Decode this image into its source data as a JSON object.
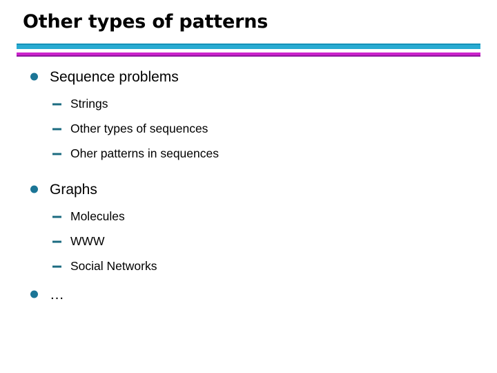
{
  "slide": {
    "title": "Other types of patterns",
    "background_color": "#ffffff",
    "title_color": "#000000",
    "divider": {
      "top_rule_color": "#29abd2",
      "top_rule_edge_color": "#1592b8",
      "bottom_rule_color": "#cc23cc",
      "bottom_rule_edge_color": "#8b179b"
    },
    "bullet_color": "#1b7596",
    "dash_color": "#1b6b80",
    "outline": [
      {
        "label": "Sequence problems",
        "children": [
          {
            "label": "Strings"
          },
          {
            "label": "Other types of sequences"
          },
          {
            "label": "Oher patterns in sequences"
          }
        ]
      },
      {
        "label": "Graphs",
        "children": [
          {
            "label": "Molecules"
          },
          {
            "label": "WWW"
          },
          {
            "label": "Social Networks"
          }
        ]
      },
      {
        "label": "…",
        "children": []
      }
    ]
  }
}
